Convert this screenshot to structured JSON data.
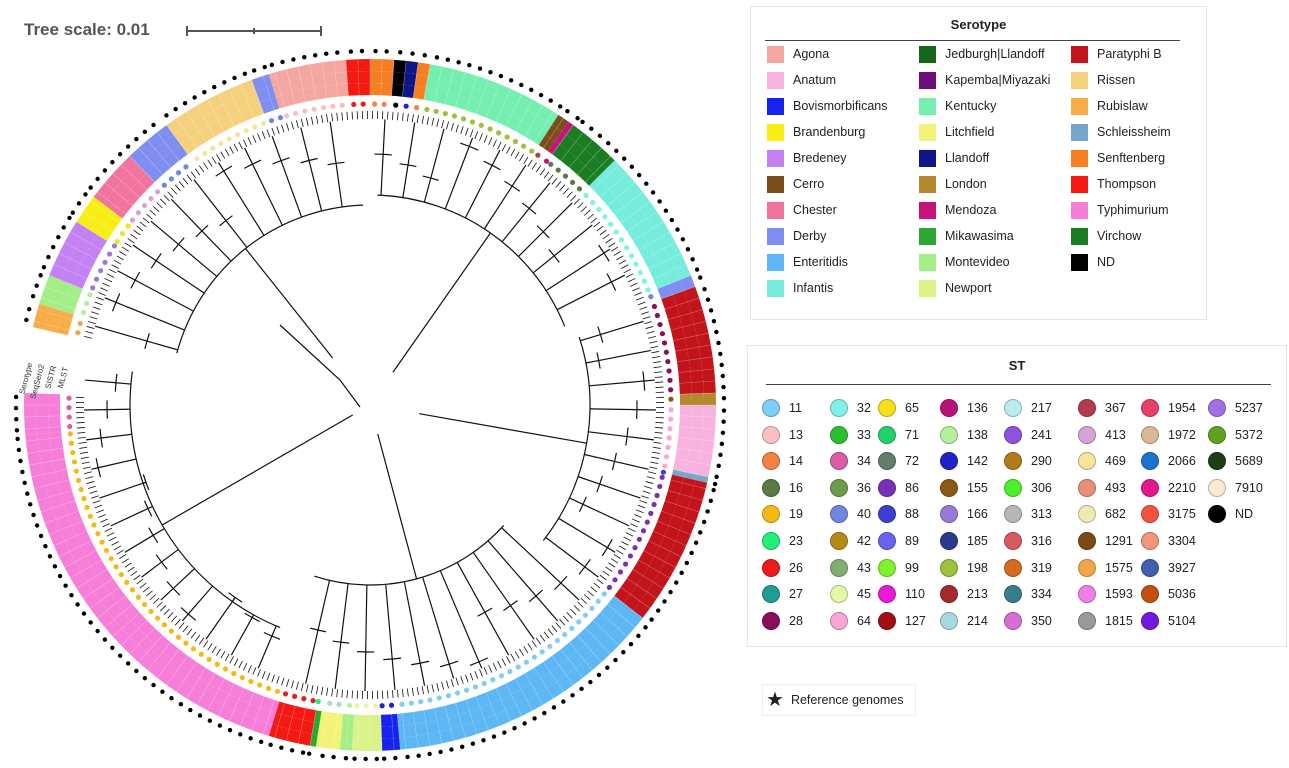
{
  "tree_scale": {
    "label": "Tree scale: 0.01"
  },
  "ring_labels": [
    "Serotype",
    "SeqSero2",
    "SISTR",
    "MLST"
  ],
  "serotype_legend": {
    "title": "Serotype",
    "columns": [
      [
        {
          "name": "Agona",
          "color": "#f4a7a0"
        },
        {
          "name": "Anatum",
          "color": "#f7b3de"
        },
        {
          "name": "Bovismorbificans",
          "color": "#1722ee"
        },
        {
          "name": "Brandenburg",
          "color": "#f6ee15"
        },
        {
          "name": "Bredeney",
          "color": "#c381f4"
        },
        {
          "name": "Cerro",
          "color": "#7a4e1a"
        },
        {
          "name": "Chester",
          "color": "#f0749e"
        },
        {
          "name": "Derby",
          "color": "#7f8ef0"
        },
        {
          "name": "Enteritidis",
          "color": "#5cb7f4"
        },
        {
          "name": "Infantis",
          "color": "#76ecdc"
        }
      ],
      [
        {
          "name": "Jedburgh|Llandoff",
          "color": "#15661a"
        },
        {
          "name": "Kapemba|Miyazaki",
          "color": "#6b0d7b"
        },
        {
          "name": "Kentucky",
          "color": "#74efb0"
        },
        {
          "name": "Litchfield",
          "color": "#f4f379"
        },
        {
          "name": "Llandoff",
          "color": "#0d1588"
        },
        {
          "name": "London",
          "color": "#b4892d"
        },
        {
          "name": "Mendoza",
          "color": "#c7127c"
        },
        {
          "name": "Mikawasima",
          "color": "#2aa831"
        },
        {
          "name": "Montevideo",
          "color": "#a3ee86"
        },
        {
          "name": "Newport",
          "color": "#d9f28a"
        }
      ],
      [
        {
          "name": "Paratyphi B",
          "color": "#c2141a"
        },
        {
          "name": "Rissen",
          "color": "#f6d17d"
        },
        {
          "name": "Rubislaw",
          "color": "#f8ad49"
        },
        {
          "name": "Schleissheim",
          "color": "#78a5cb"
        },
        {
          "name": "Senftenberg",
          "color": "#f77f23"
        },
        {
          "name": "Thompson",
          "color": "#f41a13"
        },
        {
          "name": "Typhimurium",
          "color": "#f67ed8"
        },
        {
          "name": "Virchow",
          "color": "#1b7d23"
        },
        {
          "name": "ND",
          "color": "#000000"
        }
      ]
    ]
  },
  "st_legend": {
    "title": "ST",
    "columns": [
      [
        {
          "st": "11",
          "color": "#7fcef5"
        },
        {
          "st": "13",
          "color": "#f9c0c4"
        },
        {
          "st": "14",
          "color": "#f58042"
        },
        {
          "st": "16",
          "color": "#5b7a43"
        },
        {
          "st": "19",
          "color": "#f5b914"
        },
        {
          "st": "23",
          "color": "#22ee78"
        },
        {
          "st": "26",
          "color": "#ec1c1c"
        },
        {
          "st": "27",
          "color": "#1e9e93"
        },
        {
          "st": "28",
          "color": "#8a0f5a"
        }
      ],
      [
        {
          "st": "32",
          "color": "#7ff2e8"
        },
        {
          "st": "33",
          "color": "#27c12e"
        },
        {
          "st": "34",
          "color": "#db5da6"
        },
        {
          "st": "36",
          "color": "#6a9e4d"
        },
        {
          "st": "40",
          "color": "#6f86e3"
        },
        {
          "st": "42",
          "color": "#b48c12"
        },
        {
          "st": "43",
          "color": "#7fb06f"
        },
        {
          "st": "45",
          "color": "#e4f9a6"
        },
        {
          "st": "64",
          "color": "#f9a6d6"
        }
      ],
      [
        {
          "st": "65",
          "color": "#f9e014"
        },
        {
          "st": "71",
          "color": "#1fd36a"
        },
        {
          "st": "72",
          "color": "#5f7e6e"
        },
        {
          "st": "86",
          "color": "#7a2fb8"
        },
        {
          "st": "88",
          "color": "#3c3fd1"
        },
        {
          "st": "89",
          "color": "#6a63f1"
        },
        {
          "st": "99",
          "color": "#7ef22a"
        },
        {
          "st": "110",
          "color": "#e81ad6"
        },
        {
          "st": "127",
          "color": "#a10f12"
        }
      ],
      [
        {
          "st": "136",
          "color": "#b8127a"
        },
        {
          "st": "138",
          "color": "#b3ef9c"
        },
        {
          "st": "142",
          "color": "#2021c8"
        },
        {
          "st": "155",
          "color": "#8a5a14"
        },
        {
          "st": "166",
          "color": "#9b79d9"
        },
        {
          "st": "185",
          "color": "#2a3a8e"
        },
        {
          "st": "198",
          "color": "#9ac23c"
        },
        {
          "st": "213",
          "color": "#a52a2e"
        },
        {
          "st": "214",
          "color": "#a8d8e0"
        }
      ],
      [
        {
          "st": "217",
          "color": "#b8ecee"
        },
        {
          "st": "241",
          "color": "#8e52e1"
        },
        {
          "st": "290",
          "color": "#b07b18"
        },
        {
          "st": "306",
          "color": "#4cf02a"
        },
        {
          "st": "313",
          "color": "#b7b7b7"
        },
        {
          "st": "316",
          "color": "#d65a5f"
        },
        {
          "st": "319",
          "color": "#d36b22"
        },
        {
          "st": "334",
          "color": "#3a7d8a"
        },
        {
          "st": "350",
          "color": "#d86ed4"
        }
      ],
      [
        {
          "st": "367",
          "color": "#b33a4f"
        },
        {
          "st": "413",
          "color": "#d6a2d8"
        },
        {
          "st": "469",
          "color": "#f9e39a"
        },
        {
          "st": "493",
          "color": "#e88f78"
        },
        {
          "st": "682",
          "color": "#ecebb6"
        },
        {
          "st": "1291",
          "color": "#7a4a17"
        },
        {
          "st": "1575",
          "color": "#f5a549"
        },
        {
          "st": "1593",
          "color": "#f07ee8"
        },
        {
          "st": "1815",
          "color": "#9a9a9a"
        }
      ],
      [
        {
          "st": "1954",
          "color": "#e84169"
        },
        {
          "st": "1972",
          "color": "#d8b896"
        },
        {
          "st": "2066",
          "color": "#1d72d0"
        },
        {
          "st": "2210",
          "color": "#e5168a"
        },
        {
          "st": "3175",
          "color": "#f2543e"
        },
        {
          "st": "3304",
          "color": "#f2957a"
        },
        {
          "st": "3927",
          "color": "#3f5fae"
        },
        {
          "st": "5036",
          "color": "#c4500f"
        },
        {
          "st": "5104",
          "color": "#7118e0"
        }
      ],
      [
        {
          "st": "5237",
          "color": "#a16ee8"
        },
        {
          "st": "5372",
          "color": "#5ea21e"
        },
        {
          "st": "5689",
          "color": "#203d14"
        },
        {
          "st": "7910",
          "color": "#fbe8d0"
        },
        {
          "st": "ND",
          "color": "#000000"
        }
      ]
    ]
  },
  "reference": {
    "symbol": "★",
    "label": "Reference genomes"
  }
}
